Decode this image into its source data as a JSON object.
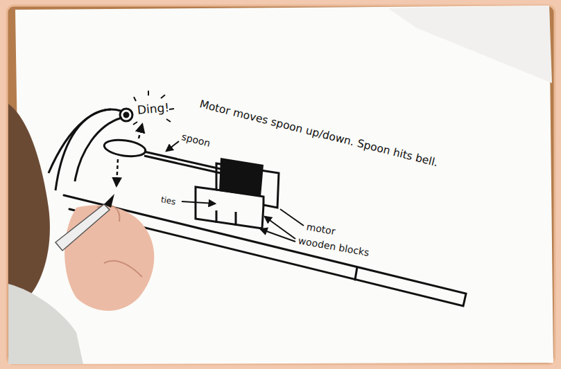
{
  "diagram": {
    "labels": [
      "Ding!",
      "Motor moves spoon up/down. Spoon hits bell.",
      "spoon",
      "ties",
      "motor",
      "wooden blocks"
    ]
  }
}
